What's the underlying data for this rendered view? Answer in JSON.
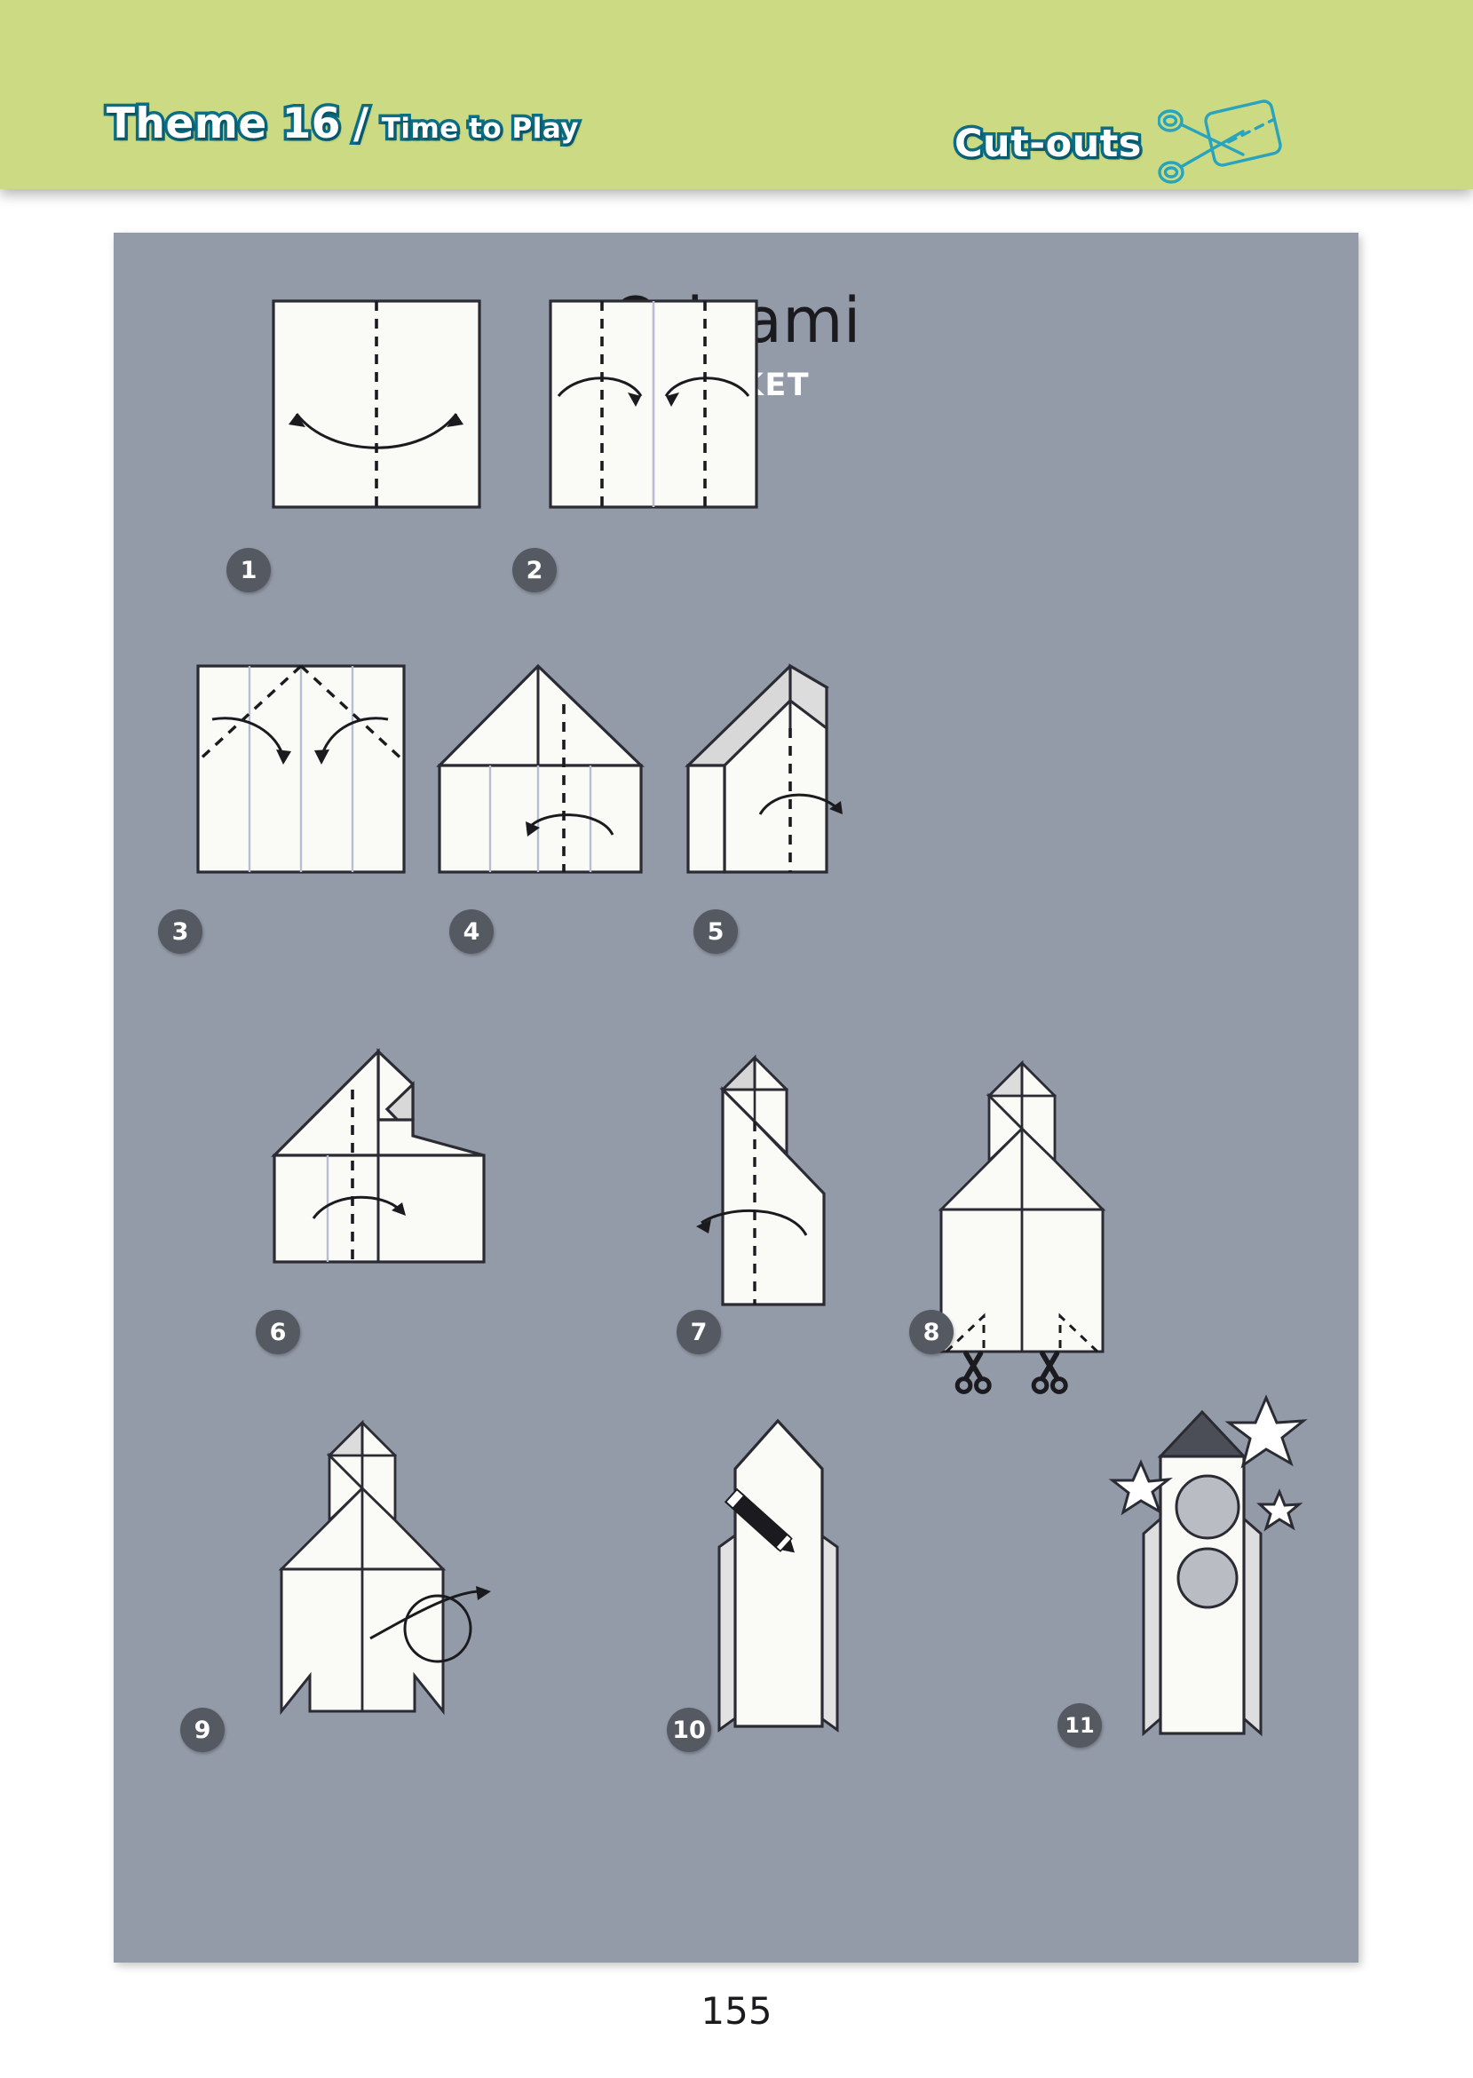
{
  "header": {
    "theme_label": "Theme 16",
    "separator": "/",
    "theme_subtitle": "Time to Play",
    "cutouts_label": "Cut-outs",
    "scissors_icon": "scissors-icon",
    "band_color": "#ccdb83",
    "text_outline_color": "#0b6e84",
    "text_fill_color": "#ffffff"
  },
  "panel": {
    "title": "Origami",
    "subtitle": "ROCKET",
    "background_color": "#939aa8",
    "paper_color": "#fafaf7",
    "shade_color": "#d8d8d8",
    "line_color": "#2b2b33"
  },
  "steps": [
    {
      "number": "1",
      "caption_icons": []
    },
    {
      "number": "2",
      "caption_icons": []
    },
    {
      "number": "3",
      "caption_icons": []
    },
    {
      "number": "4",
      "caption_icons": []
    },
    {
      "number": "5",
      "caption_icons": []
    },
    {
      "number": "6",
      "caption_icons": []
    },
    {
      "number": "7",
      "caption_icons": []
    },
    {
      "number": "8",
      "caption_icons": [
        "scissors-icon",
        "scissors-icon"
      ]
    },
    {
      "number": "9",
      "caption_icons": [
        "flip-over-icon"
      ]
    },
    {
      "number": "10",
      "caption_icons": [
        "pencil-icon"
      ]
    },
    {
      "number": "11",
      "caption_icons": [
        "star-icon",
        "star-icon",
        "star-icon"
      ]
    }
  ],
  "footer": {
    "page_number": "155"
  }
}
